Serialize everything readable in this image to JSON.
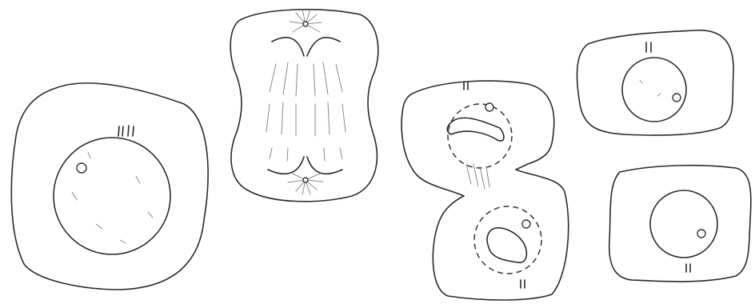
{
  "figure": {
    "stages": [
      {
        "id": "interphase"
      },
      {
        "id": "anaphase"
      },
      {
        "id": "telophase"
      },
      {
        "id": "daughter-top"
      },
      {
        "id": "daughter-bottom"
      }
    ]
  }
}
